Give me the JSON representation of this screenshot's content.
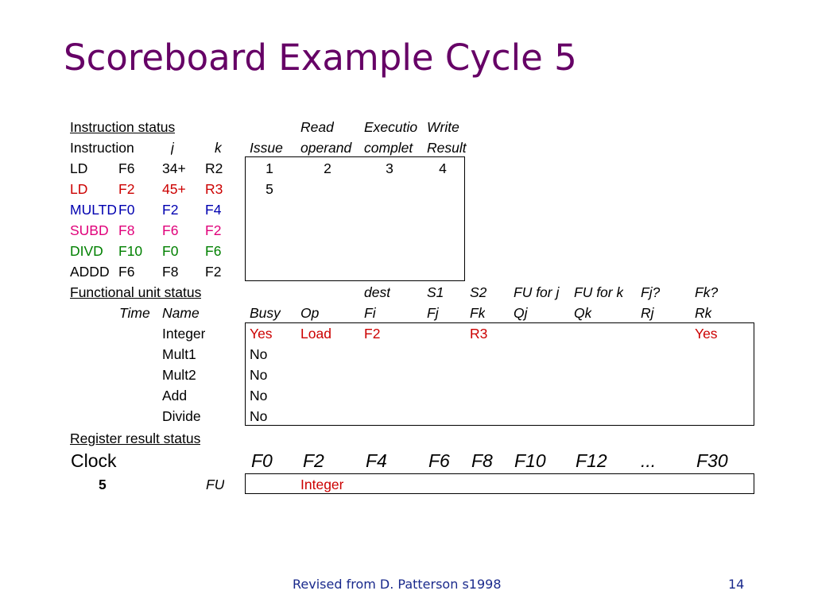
{
  "title": "Scoreboard Example Cycle 5",
  "colors": {
    "title": "#660066",
    "black": "#000000",
    "red": "#cc0000",
    "blue": "#0000b0",
    "magenta": "#e0007a",
    "green": "#008000",
    "footer": "#1a2a8c"
  },
  "instruction_status": {
    "section_label": "Instruction status",
    "header1": {
      "read": "Read",
      "exec": "Executio",
      "write": "Write"
    },
    "header2": {
      "instruction": "Instruction",
      "j": "j",
      "k": "k",
      "issue": "Issue",
      "read": "operand",
      "exec": "complet",
      "write": "Result"
    },
    "rows": [
      {
        "op": "LD",
        "d": "F6",
        "j": "34+",
        "k": "R2",
        "issue": "1",
        "read": "2",
        "exec": "3",
        "write": "4",
        "color": "black"
      },
      {
        "op": "LD",
        "d": "F2",
        "j": "45+",
        "k": "R3",
        "issue": "5",
        "read": "",
        "exec": "",
        "write": "",
        "color": "red"
      },
      {
        "op": "MULTD",
        "d": "F0",
        "j": "F2",
        "k": "F4",
        "issue": "",
        "read": "",
        "exec": "",
        "write": "",
        "color": "blue"
      },
      {
        "op": "SUBD",
        "d": "F8",
        "j": "F6",
        "k": "F2",
        "issue": "",
        "read": "",
        "exec": "",
        "write": "",
        "color": "magenta"
      },
      {
        "op": "DIVD",
        "d": "F10",
        "j": "F0",
        "k": "F6",
        "issue": "",
        "read": "",
        "exec": "",
        "write": "",
        "color": "green"
      },
      {
        "op": "ADDD",
        "d": "F6",
        "j": "F8",
        "k": "F2",
        "issue": "",
        "read": "",
        "exec": "",
        "write": "",
        "color": "black"
      }
    ]
  },
  "functional_unit_status": {
    "section_label": "Functional unit status",
    "header1": {
      "dest": "dest",
      "s1": "S1",
      "s2": "S2",
      "fuj": "FU for j",
      "fuk": "FU for k",
      "fjq": "Fj?",
      "fkq": "Fk?"
    },
    "header2": {
      "time": "Time",
      "name": "Name",
      "busy": "Busy",
      "op": "Op",
      "fi": "Fi",
      "fj": "Fj",
      "fk": "Fk",
      "qj": "Qj",
      "qk": "Qk",
      "rj": "Rj",
      "rk": "Rk"
    },
    "rows": [
      {
        "time": "",
        "name": "Integer",
        "busy": "Yes",
        "op": "Load",
        "fi": "F2",
        "fj": "",
        "fk": "R3",
        "qj": "",
        "qk": "",
        "rj": "",
        "rk": "Yes",
        "highlight": "red"
      },
      {
        "time": "",
        "name": "Mult1",
        "busy": "No",
        "op": "",
        "fi": "",
        "fj": "",
        "fk": "",
        "qj": "",
        "qk": "",
        "rj": "",
        "rk": "",
        "highlight": "black"
      },
      {
        "time": "",
        "name": "Mult2",
        "busy": "No",
        "op": "",
        "fi": "",
        "fj": "",
        "fk": "",
        "qj": "",
        "qk": "",
        "rj": "",
        "rk": "",
        "highlight": "black"
      },
      {
        "time": "",
        "name": "Add",
        "busy": "No",
        "op": "",
        "fi": "",
        "fj": "",
        "fk": "",
        "qj": "",
        "qk": "",
        "rj": "",
        "rk": "",
        "highlight": "black"
      },
      {
        "time": "",
        "name": "Divide",
        "busy": "No",
        "op": "",
        "fi": "",
        "fj": "",
        "fk": "",
        "qj": "",
        "qk": "",
        "rj": "",
        "rk": "",
        "highlight": "black"
      }
    ]
  },
  "register_result_status": {
    "section_label": "Register result status",
    "clock_label": "Clock",
    "clock_value": "5",
    "fu_label": "FU",
    "registers": [
      "F0",
      "F2",
      "F4",
      "F6",
      "F8",
      "F10",
      "F12",
      "...",
      "F30"
    ],
    "values": [
      "",
      "Integer",
      "",
      "",
      "",
      "",
      "",
      "",
      ""
    ]
  },
  "footer": {
    "credit": "Revised from D. Patterson s1998",
    "page_number": "14"
  }
}
